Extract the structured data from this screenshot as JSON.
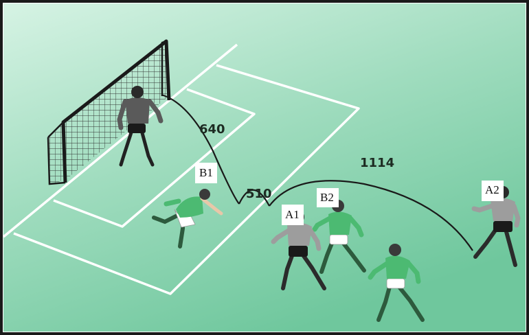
{
  "distances": {
    "shot": "640",
    "header": "510",
    "cross": "1114"
  },
  "player_labels": {
    "b1": "B1",
    "b2": "B2",
    "a1": "A1",
    "a2": "A2"
  },
  "colors": {
    "pitch_light": "#d6f3e4",
    "pitch_dark": "#6fc79d",
    "team_a_shirt": "#9d9d9d",
    "team_b_shirt": "#4cba72",
    "goalkeeper_shirt": "#5a5a5a",
    "ball_path": "#1a1a1a",
    "pitch_lines": "#ffffff"
  }
}
